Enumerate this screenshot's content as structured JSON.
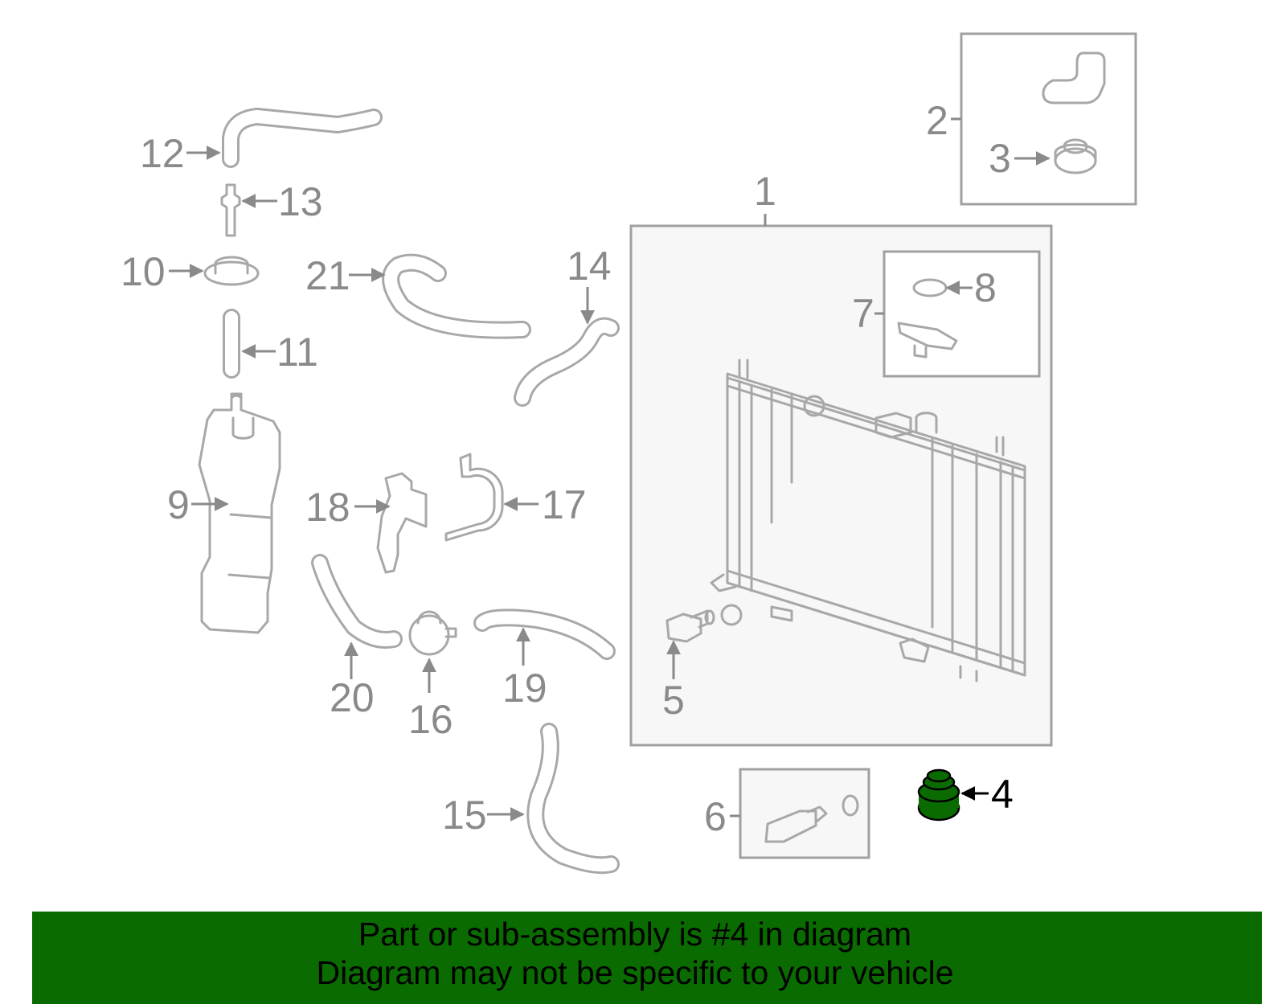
{
  "highlight_color": "#0a6b00",
  "callouts": [
    "1",
    "2",
    "3",
    "4",
    "5",
    "6",
    "7",
    "8",
    "9",
    "10",
    "11",
    "12",
    "13",
    "14",
    "15",
    "16",
    "17",
    "18",
    "19",
    "20",
    "21"
  ],
  "highlighted_part": "4",
  "banner": {
    "line1": "Part or sub-assembly is #4 in diagram",
    "line2": "Diagram may not be specific to your vehicle"
  }
}
